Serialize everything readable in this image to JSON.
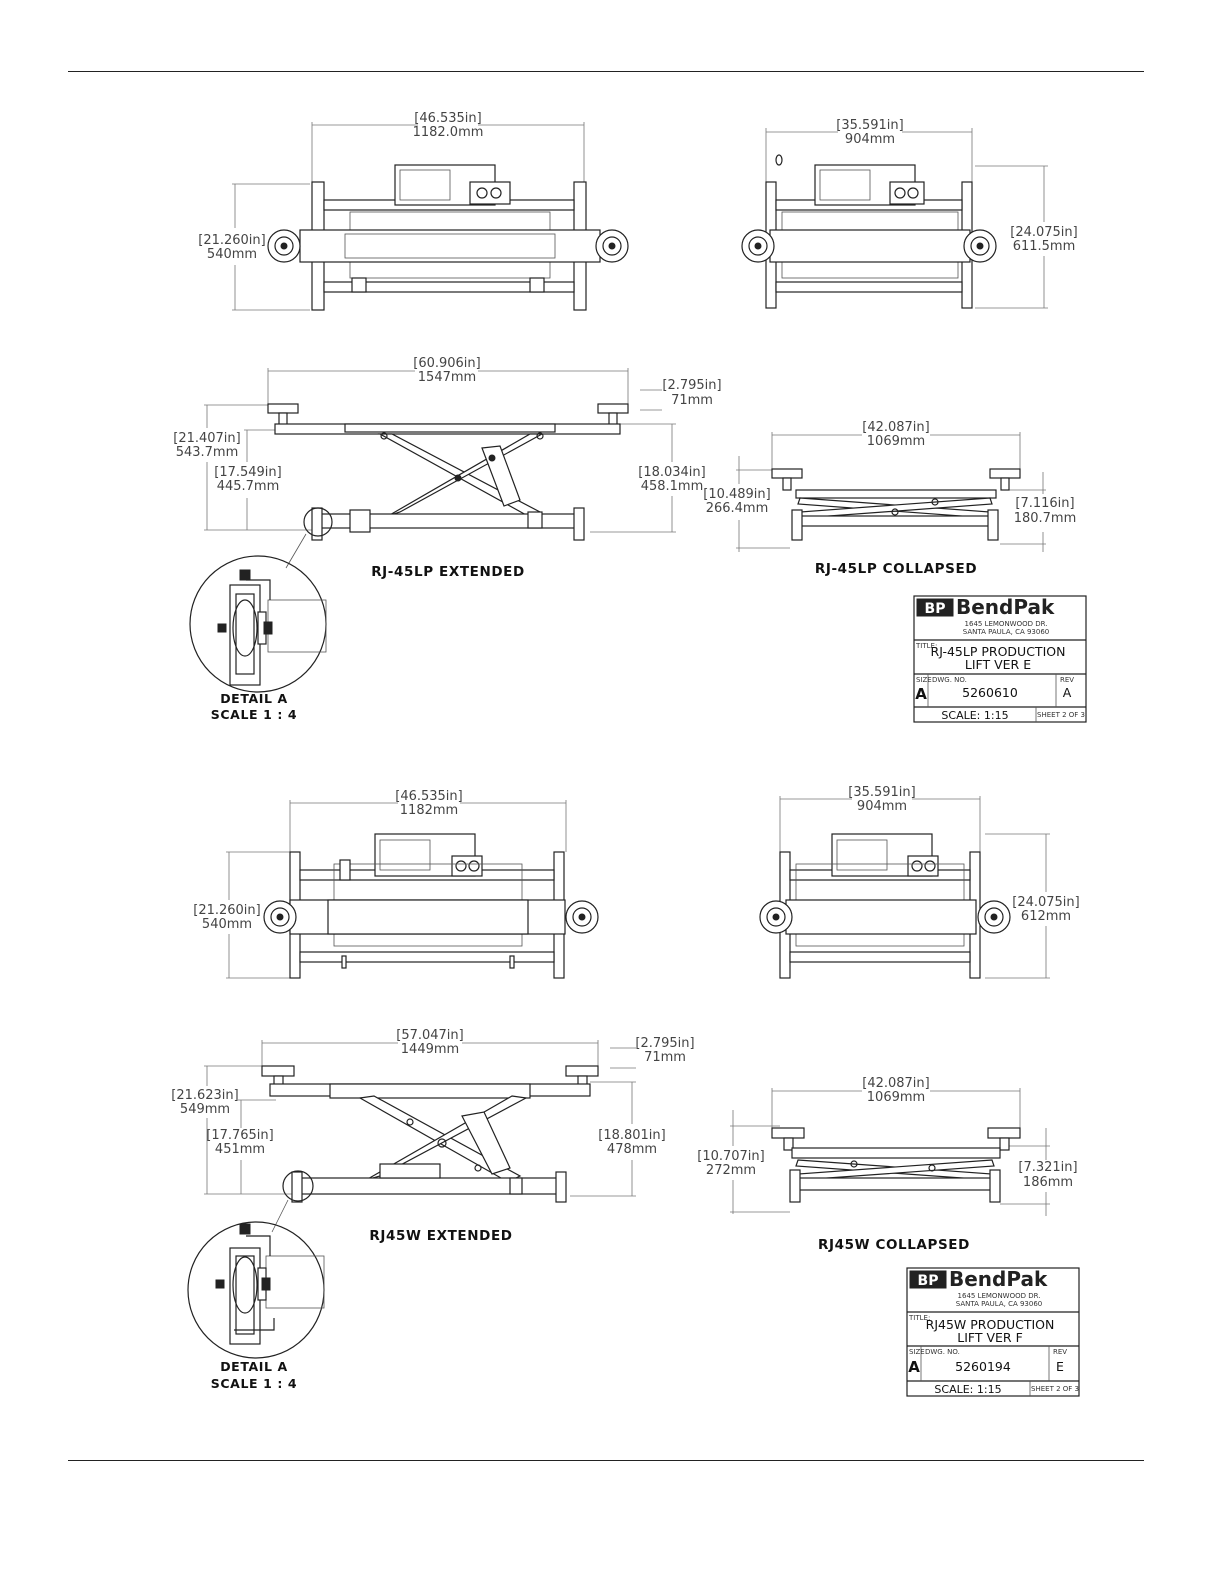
{
  "sheet1": {
    "top_view_left": {
      "width": [
        "[46.535in]",
        "1182.0mm"
      ],
      "depth": [
        "[21.260in]",
        "540mm"
      ]
    },
    "top_view_right": {
      "width": [
        "[35.591in]",
        "904mm"
      ],
      "depth": [
        "[24.075in]",
        "611.5mm"
      ]
    },
    "extended": {
      "label": "RJ-45LP EXTENDED",
      "length": [
        "[60.906in]",
        "1547mm"
      ],
      "pad": [
        "[2.795in]",
        "71mm"
      ],
      "total_height": [
        "[21.407in]",
        "543.7mm"
      ],
      "frame_height": [
        "[17.549in]",
        "445.7mm"
      ],
      "right_height": [
        "[18.034in]",
        "458.1mm"
      ]
    },
    "collapsed": {
      "label": "RJ-45LP COLLAPSED",
      "length": [
        "[42.087in]",
        "1069mm"
      ],
      "height": [
        "[10.489in]",
        "266.4mm"
      ],
      "low_height": [
        "[7.116in]",
        "180.7mm"
      ]
    },
    "detail": {
      "title": "DETAIL A",
      "scale": "SCALE 1 : 4"
    },
    "title_block": {
      "brand_bp": "BP",
      "brand_name": "BendPak",
      "address_1": "1645 LEMONWOOD DR.",
      "address_2": "SANTA PAULA, CA 93060",
      "title_label": "TITLE:",
      "title_1": "RJ-45LP PRODUCTION",
      "title_2": "LIFT VER E",
      "size_label": "SIZE",
      "dwg_label": "DWG. NO.",
      "rev_label": "REV",
      "size": "A",
      "dwg_no": "5260610",
      "rev": "A",
      "scale": "SCALE: 1:15",
      "sheet": "SHEET 2 OF 3"
    }
  },
  "sheet2": {
    "top_view_left": {
      "width": [
        "[46.535in]",
        "1182mm"
      ],
      "depth": [
        "[21.260in]",
        "540mm"
      ]
    },
    "top_view_right": {
      "width": [
        "[35.591in]",
        "904mm"
      ],
      "depth": [
        "[24.075in]",
        "612mm"
      ]
    },
    "extended": {
      "label": "RJ45W EXTENDED",
      "length": [
        "[57.047in]",
        "1449mm"
      ],
      "pad": [
        "[2.795in]",
        "71mm"
      ],
      "total_height": [
        "[21.623in]",
        "549mm"
      ],
      "frame_height": [
        "[17.765in]",
        "451mm"
      ],
      "right_height": [
        "[18.801in]",
        "478mm"
      ]
    },
    "collapsed": {
      "label": "RJ45W COLLAPSED",
      "length": [
        "[42.087in]",
        "1069mm"
      ],
      "height": [
        "[10.707in]",
        "272mm"
      ],
      "low_height": [
        "[7.321in]",
        "186mm"
      ]
    },
    "detail": {
      "title": "DETAIL A",
      "scale": "SCALE 1 : 4"
    },
    "title_block": {
      "brand_bp": "BP",
      "brand_name": "BendPak",
      "address_1": "1645 LEMONWOOD DR.",
      "address_2": "SANTA PAULA, CA 93060",
      "title_label": "TITLE:",
      "title_1": "RJ45W PRODUCTION",
      "title_2": "LIFT VER F",
      "size_label": "SIZE",
      "dwg_label": "DWG. NO.",
      "rev_label": "REV",
      "size": "A",
      "dwg_no": "5260194",
      "rev": "E",
      "scale": "SCALE: 1:15",
      "sheet": "SHEET 2 OF 3"
    }
  }
}
